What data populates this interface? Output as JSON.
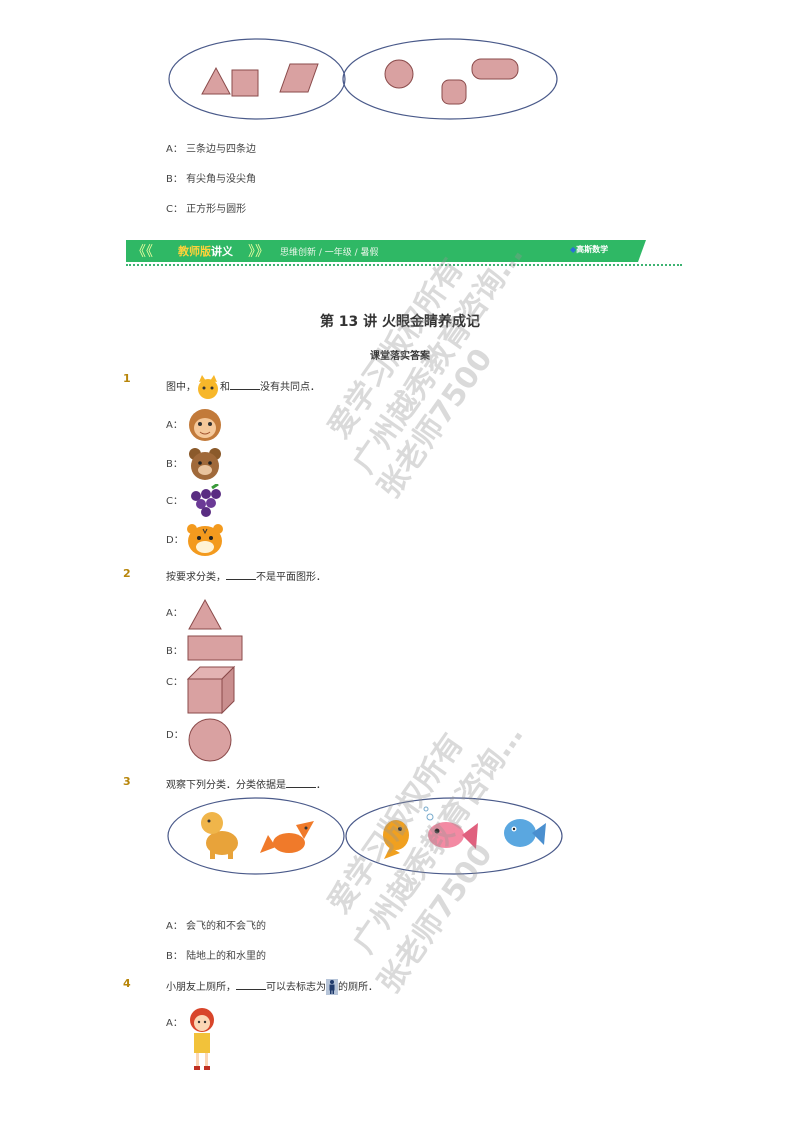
{
  "top_options": [
    {
      "key": "A：",
      "text": "三条边与四条边"
    },
    {
      "key": "B：",
      "text": "有尖角与没尖角"
    },
    {
      "key": "C：",
      "text": "正方形与圆形"
    }
  ],
  "banner": {
    "title_part1": "教师版",
    "title_part2": "讲义",
    "crumbs": "思维创新 / 一年级 / 暑假",
    "logo": "高斯数学"
  },
  "lesson": {
    "title": "第 13 讲  火眼金睛养成记",
    "subtitle": "课堂落实答案"
  },
  "questions": [
    {
      "num": "1",
      "pre": "图中，",
      "mid": "和",
      "post": "没有共同点．",
      "options": [
        {
          "key": "A："
        },
        {
          "key": "B："
        },
        {
          "key": "C："
        },
        {
          "key": "D："
        }
      ]
    },
    {
      "num": "2",
      "pre": "按要求分类，",
      "post": "不是平面图形．",
      "options": [
        {
          "key": "A："
        },
        {
          "key": "B："
        },
        {
          "key": "C："
        },
        {
          "key": "D："
        }
      ]
    },
    {
      "num": "3",
      "pre": "观察下列分类．分类依据是",
      "post": "．",
      "options": [
        {
          "key": "A：",
          "text": "会飞的和不会飞的"
        },
        {
          "key": "B：",
          "text": "陆地上的和水里的"
        }
      ]
    },
    {
      "num": "4",
      "pre": "小朋友上厕所，",
      "mid": "可以去标志为",
      "post": "的厕所．",
      "options": [
        {
          "key": "A："
        }
      ]
    }
  ],
  "watermark": {
    "line1": "爱学习版权所有",
    "line2": "广州越秀教育咨询…",
    "line3": "张老师7500"
  },
  "colors": {
    "shape_fill": "#d9a1a1",
    "shape_stroke": "#8a4a4a",
    "ellipse_stroke": "#4a5a8a",
    "banner_green": "#2fb865",
    "qnum": "#b8860b"
  }
}
